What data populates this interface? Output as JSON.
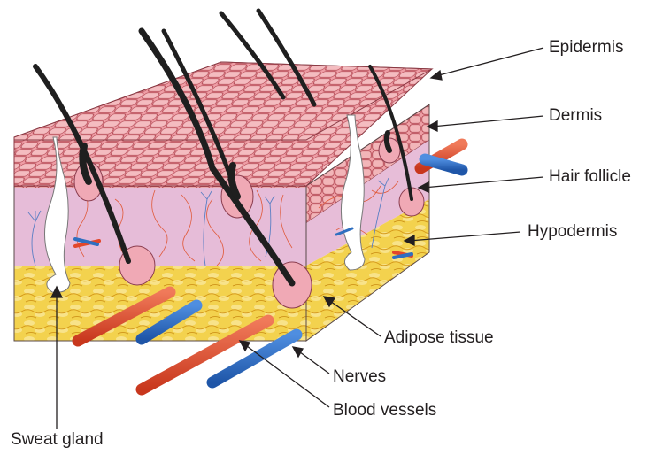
{
  "labels": {
    "epidermis": "Epidermis",
    "dermis": "Dermis",
    "hair_follicle": "Hair follicle",
    "hypodermis": "Hypodermis",
    "adipose_tissue": "Adipose tissue",
    "nerves": "Nerves",
    "blood_vessels": "Blood vessels",
    "sweat_gland": "Sweat gland"
  },
  "colors": {
    "epidermis": "#eb9aa0",
    "dermis": "#e6bcd8",
    "hypodermis": "#f3d24e",
    "hair": "#1f1f1f",
    "artery": "#e2472a",
    "vein": "#2f6fc0",
    "sweat_gland": "#ffffff",
    "nerve": "#5a7fc4"
  }
}
